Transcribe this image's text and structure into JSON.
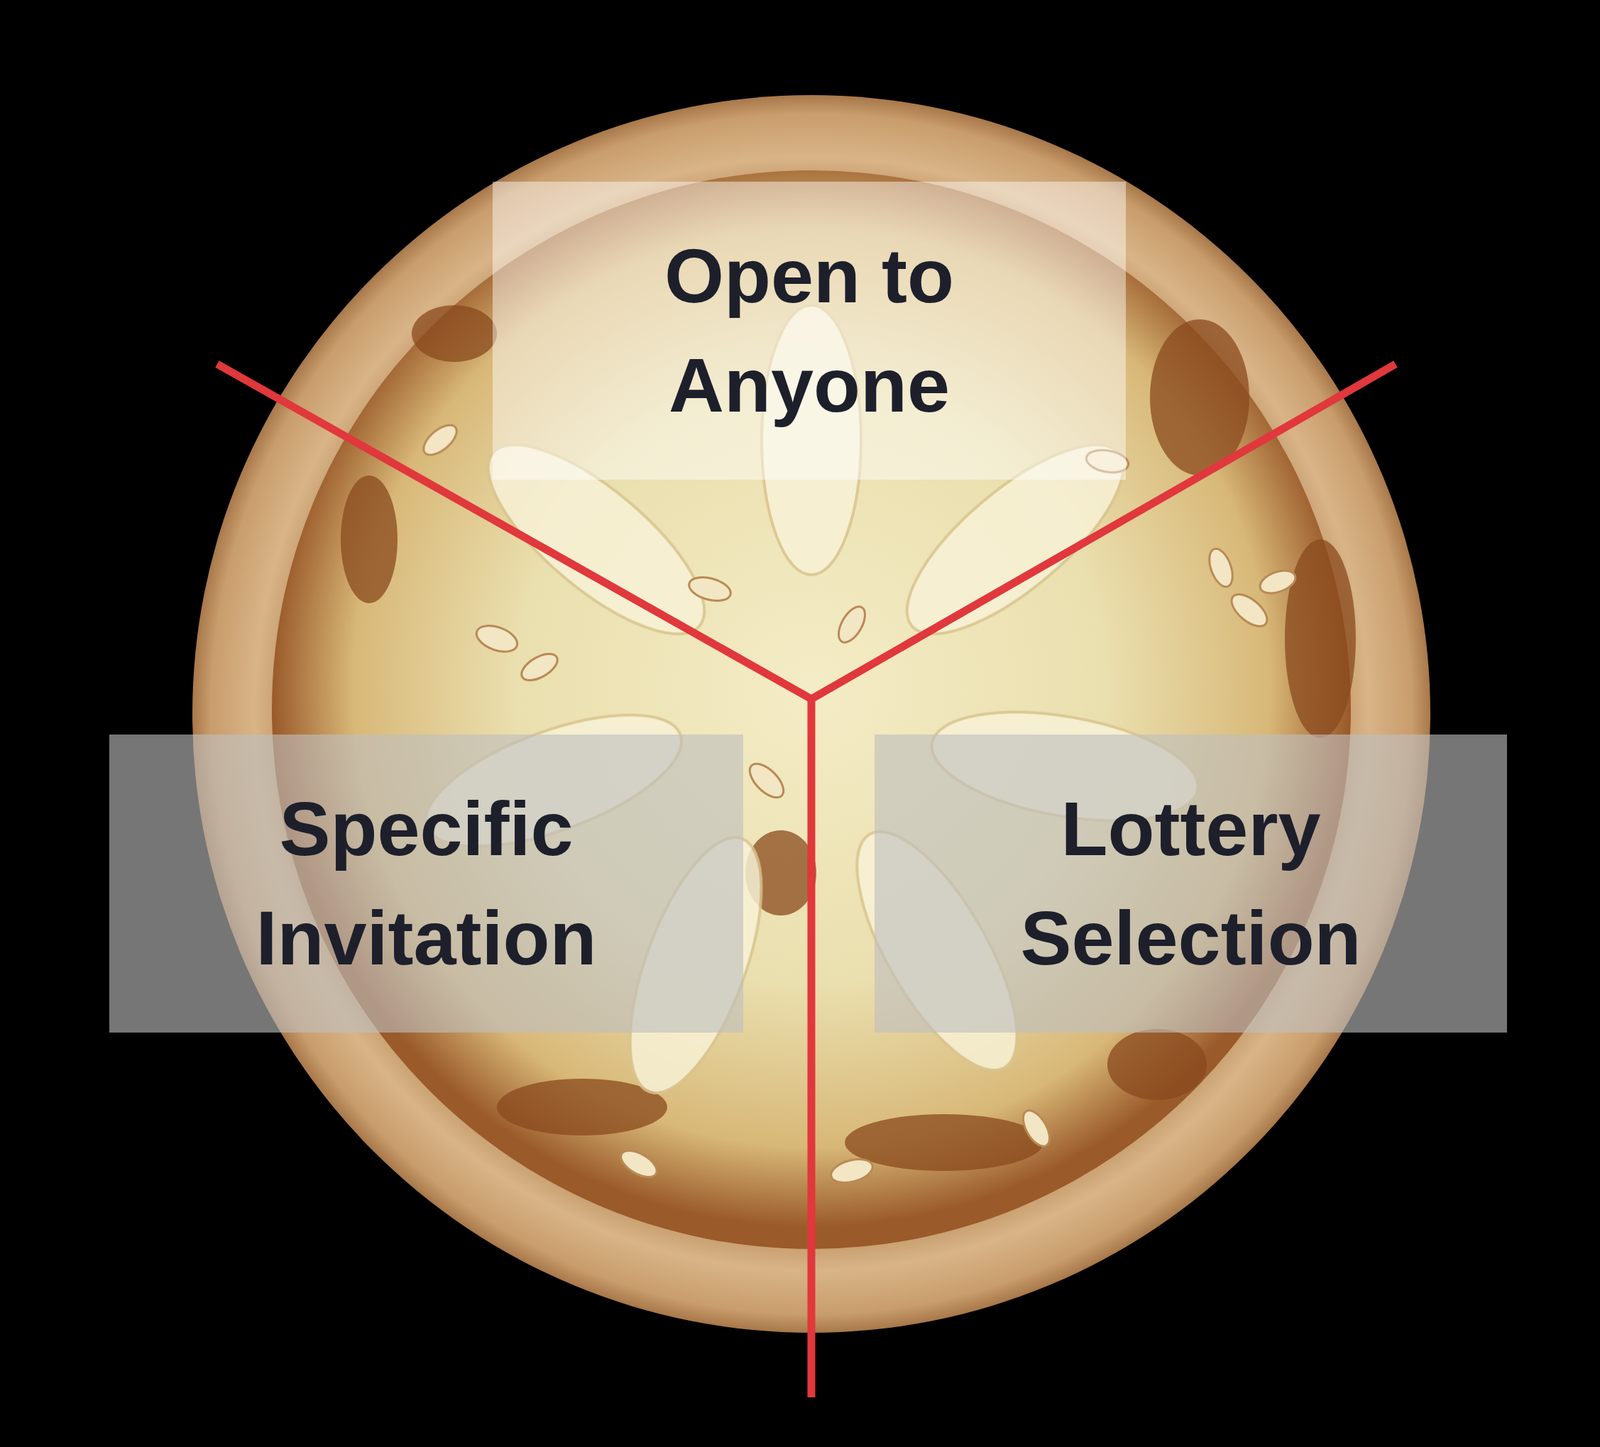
{
  "diagram": {
    "nodes": [
      {
        "text": [
          "Open to Anyone"
        ]
      },
      {
        "text": [
          "Specific Invitation"
        ]
      },
      {
        "text": [
          "Lottery Selection"
        ]
      }
    ]
  }
}
